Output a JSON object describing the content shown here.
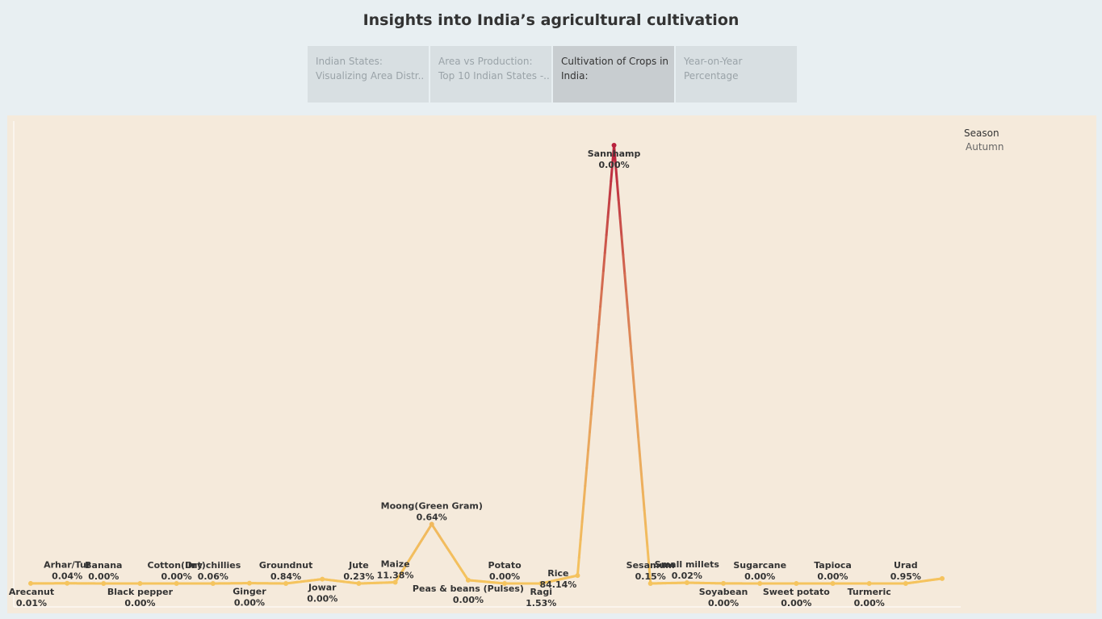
{
  "page_title": "Insights into India’s agricultural cultivation",
  "tabs": [
    {
      "line1": "Indian States:",
      "line2": "Visualizing Area Distr..",
      "active": false
    },
    {
      "line1": "Area vs Production:",
      "line2": "Top 10 Indian States -..",
      "active": false
    },
    {
      "line1": "Cultivation of Crops in",
      "line2": "India:",
      "active": true
    },
    {
      "line1": "Year-on-Year",
      "line2": "Percentage",
      "active": false
    }
  ],
  "legend": {
    "title": "Season",
    "item": "Autumn"
  },
  "colors": {
    "low": "#f5c45e",
    "mid": "#e3975c",
    "high": "#b9223d"
  },
  "chart_data": {
    "type": "line",
    "series": [
      {
        "name": "Autumn",
        "values": [
          0.01,
          0.04,
          0.0,
          0.0,
          0.0,
          0.0,
          0.06,
          0.0,
          0.84,
          0.0,
          0.23,
          11.38,
          0.64,
          0.0,
          0.0,
          1.53,
          84.14,
          0.0,
          0.15,
          0.02,
          0.0,
          0.0,
          0.0,
          0.0,
          0.0,
          0.95
        ]
      }
    ],
    "categories": [
      "Arecanut",
      "Arhar/Tur",
      "Banana",
      "Black pepper",
      "Cotton(lint)",
      "Dry chillies",
      "Ginger",
      "Groundnut",
      "Jowar",
      "Jute",
      "Maize",
      "Moong(Green Gram)",
      "Peas & beans (Pulses)",
      "Potato",
      "Ragi",
      "Rice",
      "Sannhamp",
      "Sesamum",
      "Small millets",
      "Soyabean",
      "Sugarcane",
      "Sweet potato",
      "Tapioca",
      "Turmeric",
      "Urad"
    ],
    "labels": [
      "0.01%",
      "0.04%",
      "0.00%",
      "0.00%",
      "0.00%",
      "0.06%",
      "0.00%",
      "0.84%",
      "0.00%",
      "0.23%",
      "11.38%",
      "0.64%",
      "0.00%",
      "0.00%",
      "1.53%",
      "84.14%",
      "0.00%",
      "0.15%",
      "0.02%",
      "0.00%",
      "0.00%",
      "0.00%",
      "0.00%",
      "0.00%",
      "0.95%"
    ],
    "label_pos": [
      "below",
      "above",
      "above",
      "below",
      "above",
      "above",
      "below",
      "above",
      "below",
      "above",
      "above",
      "above",
      "below",
      "above",
      "below",
      "above",
      "below",
      "above",
      "above",
      "below",
      "above",
      "below",
      "above",
      "below",
      "above"
    ],
    "title": "",
    "xlabel": "",
    "ylabel": "",
    "ylim": [
      0,
      90
    ],
    "grid": false,
    "legend_position": "top-right"
  }
}
